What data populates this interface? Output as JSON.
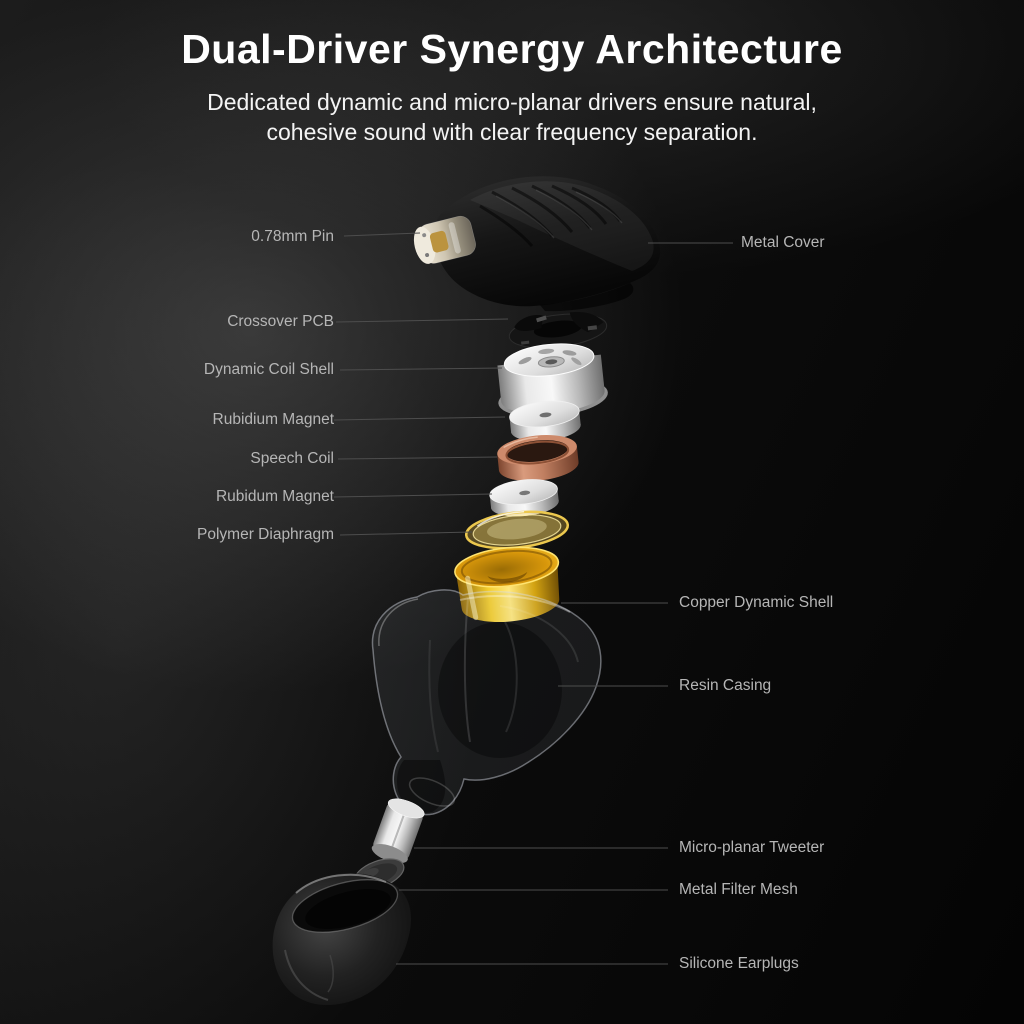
{
  "header": {
    "title": "Dual-Driver Synergy Architecture",
    "subtitle_line1": "Dedicated dynamic and micro-planar drivers ensure natural,",
    "subtitle_line2": "cohesive sound with clear frequency separation."
  },
  "diagram": {
    "left_labels": [
      "0.78mm Pin",
      "Crossover PCB",
      "Dynamic Coil Shell",
      "Rubidium Magnet",
      "Speech Coil",
      "Rubidum Magnet",
      "Polymer Diaphragm"
    ],
    "right_labels": [
      "Metal Cover",
      "Copper Dynamic Shell",
      "Resin Casing",
      "Micro-planar Tweeter",
      "Metal Filter Mesh",
      "Silicone Earplugs"
    ]
  },
  "colors": {
    "background": "#0b0b0b",
    "title_text": "#ffffff",
    "label_text": "#b6b6b6",
    "leader_line": "#4d4d4d",
    "gold": "#f4ce2e",
    "copper": "#c07f61",
    "silver": "#e9e9e9"
  }
}
